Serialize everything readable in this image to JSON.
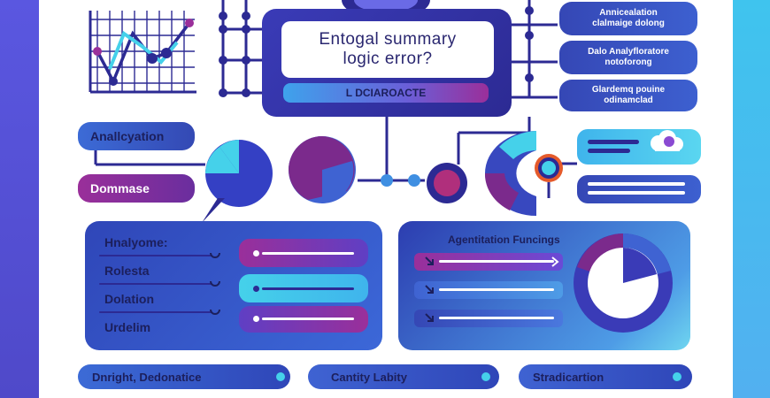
{
  "hero": {
    "title_line1": "Entogal summary",
    "title_line2": "logic   error?",
    "subtitle": "L DCIAROACTE"
  },
  "left_pills": [
    {
      "label": "Anallcyation"
    },
    {
      "label": "Dommase"
    }
  ],
  "right_top_pills": [
    {
      "label": "Annicealation clalmaige dolong"
    },
    {
      "label": "Dalo Analyfloratore notoforong"
    },
    {
      "label": "Glardemq pouine odinamclad"
    }
  ],
  "left_panel": {
    "items": [
      {
        "label": "Hnalyome:"
      },
      {
        "label": "Rolesta"
      },
      {
        "label": "Dolation"
      },
      {
        "label": "Urdelim"
      }
    ]
  },
  "right_panel": {
    "title": "Agentitation Funcings"
  },
  "footer": [
    {
      "label": "Dnright, Dedonatice"
    },
    {
      "label": "Cantity Labity"
    },
    {
      "label": "Stradicartion"
    }
  ],
  "colors": {
    "navy": "#2c2a93",
    "indigo": "#3a3bb7",
    "purple": "#7b2a8c",
    "magenta": "#9a2f9a",
    "cyan": "#45d1ea",
    "blue": "#3f63d2"
  }
}
